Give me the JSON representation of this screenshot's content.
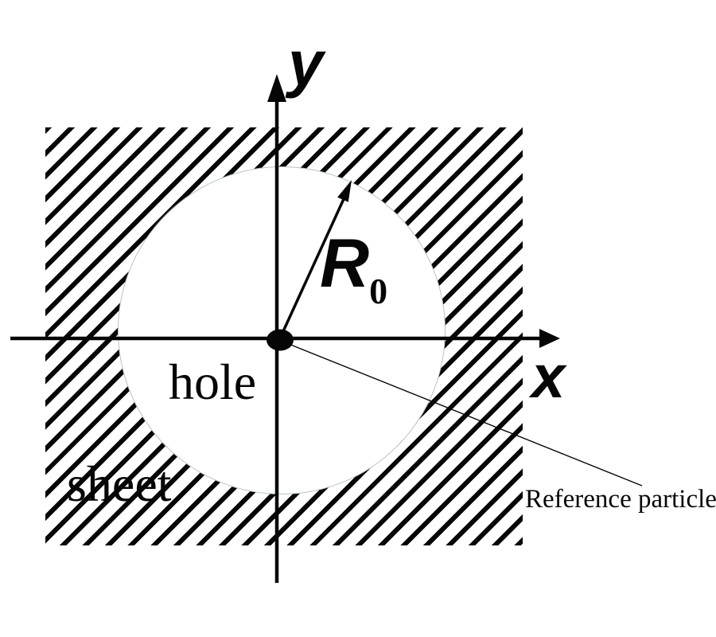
{
  "figure": {
    "axis_labels": {
      "y": "y",
      "x": "x"
    },
    "radius_label": {
      "base": "R",
      "subscript": "0"
    },
    "region_labels": {
      "hole": "hole",
      "sheet": "sheet"
    },
    "annotations": {
      "reference_particle": "Reference particle"
    },
    "colors": {
      "ink": "#060606",
      "hole_outline": "#b9c2c3",
      "background": "#ffffff"
    }
  }
}
